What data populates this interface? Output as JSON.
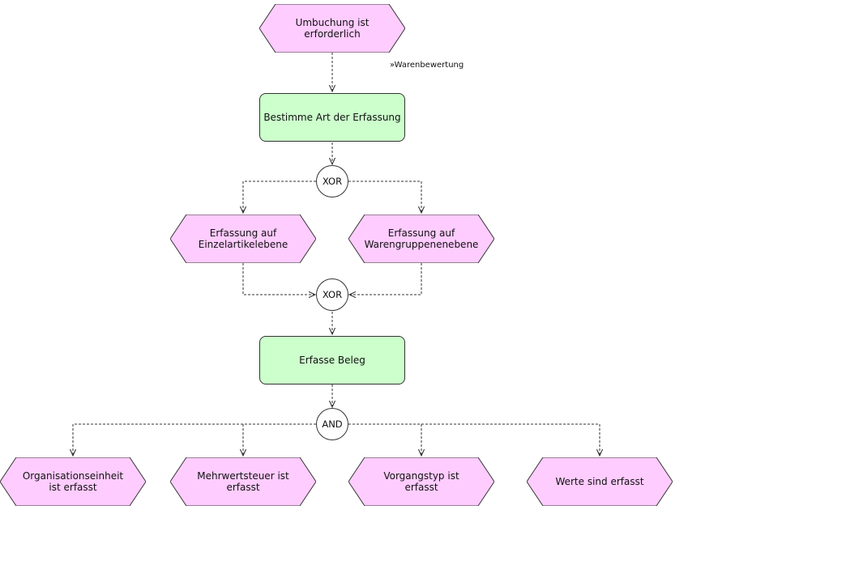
{
  "events": {
    "umbuchung": "Umbuchung ist erforderlich",
    "einzelartikel": "Erfassung auf Einzelartikelebene",
    "warengruppe": "Erfassung auf Warengruppenenebene",
    "orgeinheit": "Organisationseinheit ist erfasst",
    "mwst": "Mehrwertsteuer ist erfasst",
    "vorgangstyp": "Vorgangstyp ist erfasst",
    "werte": "Werte sind erfasst"
  },
  "functions": {
    "bestimme": "Bestimme Art der Erfassung",
    "erfasse": "Erfasse Beleg"
  },
  "gates": {
    "xor_split": "XOR",
    "xor_join": "XOR",
    "and_split": "AND"
  },
  "process_link": "»Warenbewertung",
  "colors": {
    "event_fill": "#ffccff",
    "function_fill": "#ccffcc",
    "stroke": "#333333"
  }
}
